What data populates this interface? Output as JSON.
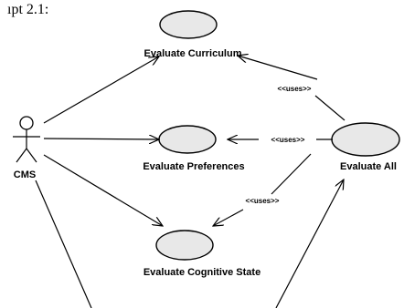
{
  "caption": "ıpt 2.1:",
  "actor": {
    "label": "CMS"
  },
  "use_cases": [
    {
      "label": "Evaluate Curriculum"
    },
    {
      "label": "Evaluate Preferences"
    },
    {
      "label": "Evaluate Cognitive State"
    },
    {
      "label": "Evaluate All"
    }
  ],
  "relations": [
    {
      "label": "<<uses>>"
    },
    {
      "label": "<<uses>>"
    },
    {
      "label": "<<uses>>"
    }
  ]
}
